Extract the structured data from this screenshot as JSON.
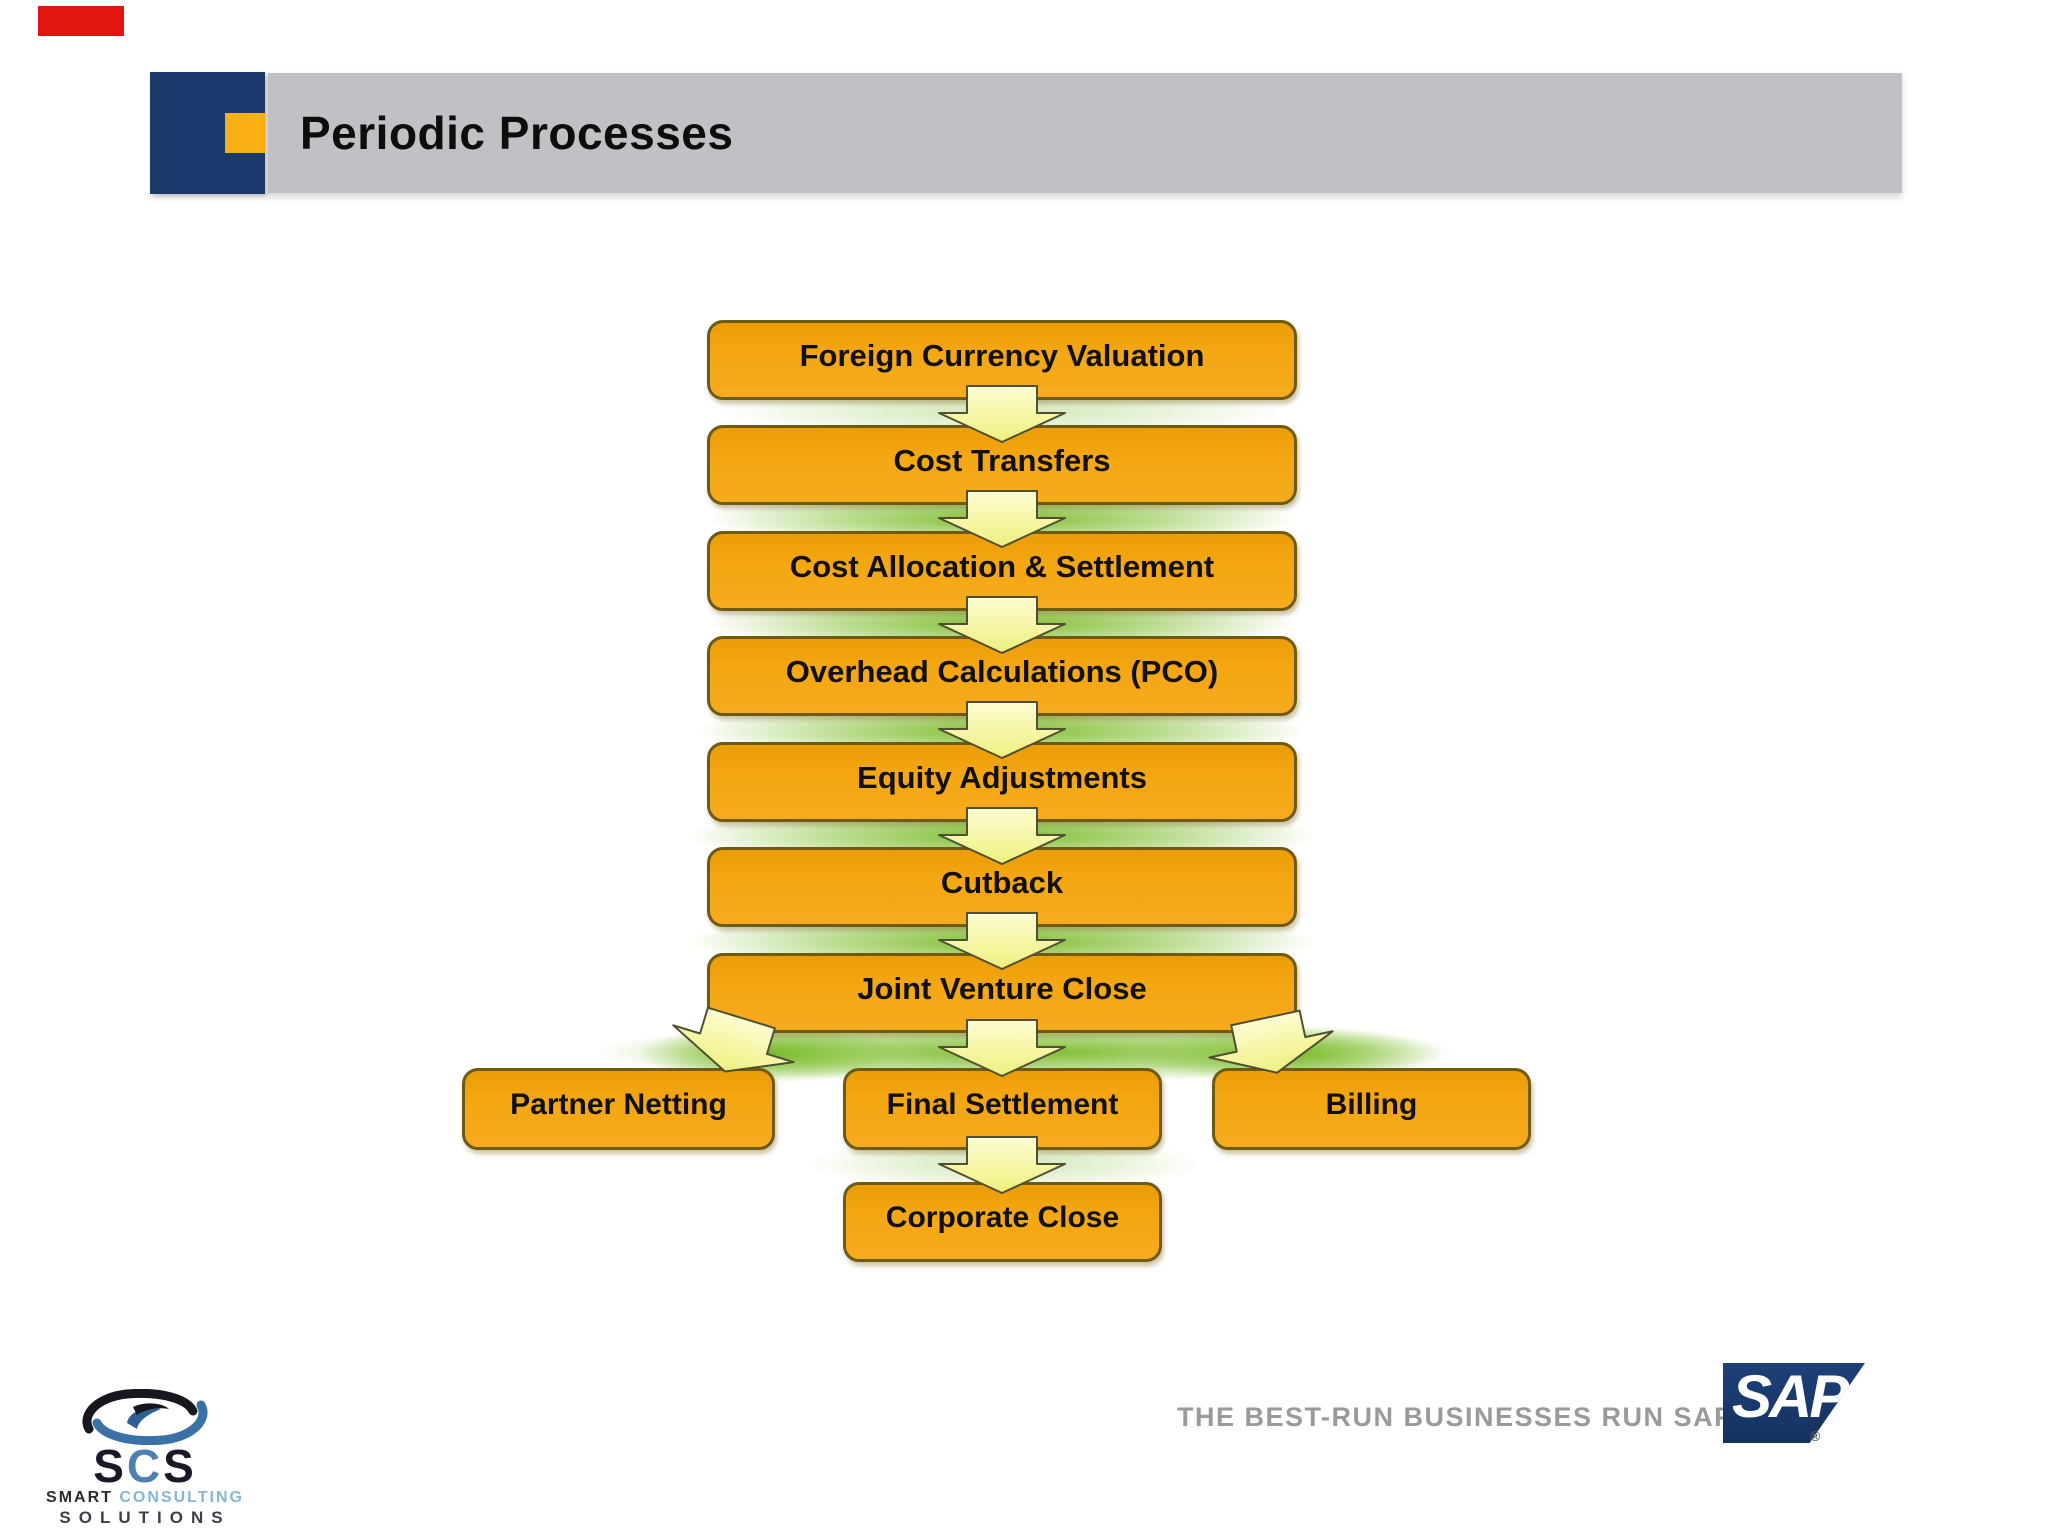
{
  "header": {
    "title": "Periodic Processes"
  },
  "flowchart": {
    "chain": [
      "Foreign Currency Valuation",
      "Cost Transfers",
      "Cost Allocation & Settlement",
      "Overhead Calculations (PCO)",
      "Equity Adjustments",
      "Cutback",
      "Joint Venture Close"
    ],
    "branches": [
      "Partner Netting",
      "Final Settlement",
      "Billing"
    ],
    "final_box": "Corporate Close"
  },
  "footer": {
    "tagline": "THE BEST-RUN BUSINESSES RUN SAP",
    "sap_logo_text": "SAP",
    "sap_registered_mark": "®",
    "scs_logo": {
      "s1": "S",
      "c": "C",
      "s2": "S",
      "line1_smart": "SMART ",
      "line1_consulting": "CONSULTING",
      "line2": "SOLUTIONS"
    }
  },
  "colors": {
    "box_orange": "#f4a712",
    "box_border": "#6e5a10",
    "arrow_fill_light": "#fdfdc9",
    "arrow_fill_dark": "#eef07e",
    "glow_green": "#76b822",
    "title_bar_gray": "#c1c0c5",
    "brand_navy": "#1b3a6b",
    "accent_orange": "#f9b013",
    "sap_navy": "#1a3a6e",
    "red_mark": "#e21511"
  }
}
